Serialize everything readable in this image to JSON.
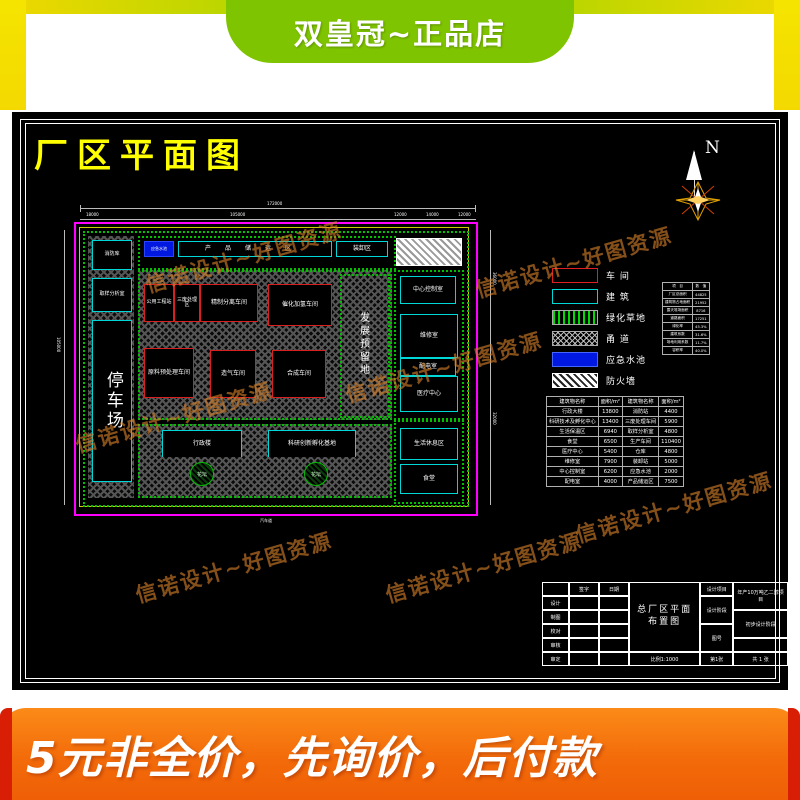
{
  "banner_top": {
    "shop_name": "双皇冠~正品店"
  },
  "banner_bottom": {
    "promo": "5元非全价，先询价，后付款"
  },
  "drawing": {
    "title": "厂区平面图",
    "north_label": "N",
    "dimensions": {
      "overall_top": "172000",
      "top_left_seg": "18000",
      "top_mid_seg": "105000",
      "top_seg_3": "12000",
      "top_seg_4": "14000",
      "top_seg_5": "12000",
      "left_overall": "105000",
      "right_seg_1": "36000",
      "right_seg_2": "32000",
      "bottom_label": "汽车道"
    },
    "plan_zones": {
      "parking": "停车场",
      "fire_store": "消防库",
      "sample_lab": "取样分析室",
      "storage_transport": "产品储运区",
      "loading": "装卸区",
      "emergency_pool": "应急水池",
      "firewall_area": "防火墙",
      "reserve_land": "发展预留地"
    },
    "workshops": [
      "公用工程站",
      "三废处理区",
      "精制分离车间",
      "催化加氢车间",
      "原料预处理车间",
      "造气车间",
      "合成车间"
    ],
    "east_buildings": [
      "中心控制室",
      "维修室",
      "配电室",
      "医疗中心",
      "生活休息区",
      "食堂"
    ],
    "south_buildings": [
      "行政楼",
      "科研创新孵化基地"
    ],
    "flower_beds": [
      "花坛",
      "花坛"
    ]
  },
  "legend": {
    "items": [
      {
        "swatch": "workshop-swatch",
        "label": "车 间"
      },
      {
        "swatch": "building-swatch",
        "label": "建 筑"
      },
      {
        "swatch": "lawn-swatch",
        "label": "绿化草地"
      },
      {
        "swatch": "road-swatch",
        "label": "甬 道"
      },
      {
        "swatch": "pool-swatch",
        "label": "应急水池"
      },
      {
        "swatch": "firewall-swatch",
        "label": "防火墙"
      }
    ]
  },
  "summary_table": {
    "headers": [
      "项　目",
      "数　值"
    ],
    "rows": [
      [
        "厂区总面积",
        "44825"
      ],
      [
        "建筑物占地面积",
        "21952"
      ],
      [
        "露天堆场面积",
        "8716"
      ],
      [
        "道路面积",
        "17251"
      ],
      [
        "绿化率",
        "45.3%"
      ],
      [
        "建筑系数",
        "31.6%"
      ],
      [
        "场地利用系数",
        "11.7%"
      ],
      [
        "容积率",
        "40.0%"
      ]
    ]
  },
  "area_table": {
    "headers": [
      "建筑物名称",
      "面积/m²",
      "建筑物名称",
      "面积/m²"
    ],
    "rows": [
      [
        "行政大楼",
        "13800",
        "消防站",
        "4400"
      ],
      [
        "科研技术及孵化中心",
        "13400",
        "三废处理车间",
        "5900"
      ],
      [
        "生活保温区",
        "6940",
        "取样分析室",
        "4800"
      ],
      [
        "食堂",
        "6500",
        "生产车间",
        "110400"
      ],
      [
        "医疗中心",
        "5400",
        "仓库",
        "4800"
      ],
      [
        "维修室",
        "7900",
        "装卸站",
        "5000"
      ],
      [
        "中心控制室",
        "6200",
        "应急水池",
        "2000"
      ],
      [
        "配电室",
        "4000",
        "产品储运区",
        "7500"
      ]
    ]
  },
  "title_block": {
    "col_headers": [
      "签字",
      "日期"
    ],
    "roles": [
      "设计",
      "制图",
      "校对",
      "审核",
      "审定"
    ],
    "drawing_name": "总厂区平面\n布置图",
    "fields": [
      {
        "label": "设计项目",
        "value": "年产10万吨乙二醇项目"
      },
      {
        "label": "设计阶段",
        "value": "初步设计阶段"
      },
      {
        "label": "图号",
        "value": ""
      }
    ],
    "scale": "比例1:1000",
    "sheet": "第1张",
    "total": "共 1 张"
  },
  "watermarks": [
    "信诺设计~好图资源",
    "信诺设计~好图资源",
    "信诺设计~好图资源",
    "信诺设计~好图资源",
    "信诺设计~好图资源",
    "信诺设计~好图资源",
    "信诺设计~好图资源"
  ],
  "colors": {
    "banner_green": "#7fc400",
    "banner_yellow": "#f5e400",
    "banner_orange": "#f36b0a",
    "cad_bg": "#000000",
    "title_yellow": "#ffff00",
    "workshop_red": "#d82020",
    "building_cyan": "#00d8d8",
    "lawn_green": "#00c000",
    "pool_blue": "#0018e0",
    "boundary_magenta": "#ff00ff"
  }
}
